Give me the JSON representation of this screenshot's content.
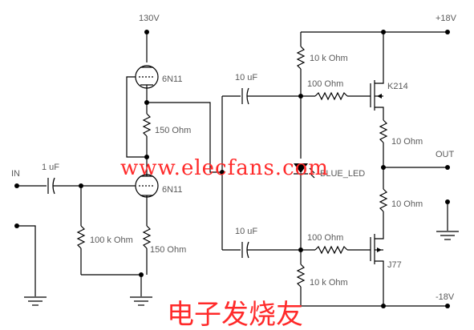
{
  "labels": {
    "v130": "130V",
    "vpos18": "+18V",
    "vneg18": "-18V",
    "in": "IN",
    "out": "OUT",
    "tube_top": "6N11",
    "tube_bottom": "6N11",
    "c_in": "1 uF",
    "c_top": "10 uF",
    "c_bot": "10 uF",
    "r_plate": "150  Ohm",
    "r_grid": "100 k Ohm",
    "r_cath": "150  Ohm",
    "r_bias_top": "10 k Ohm",
    "r_bias_bot": "10 k Ohm",
    "r_gate_top": "100  Ohm",
    "r_gate_bot": "100  Ohm",
    "r_src_top": "10  Ohm",
    "r_src_bot": "10  Ohm",
    "led": "BLUE_LED",
    "q_top": "K214",
    "q_bot": "J77"
  },
  "watermark": {
    "site": "www.elecfans.com",
    "brand": "电子发烧友"
  }
}
